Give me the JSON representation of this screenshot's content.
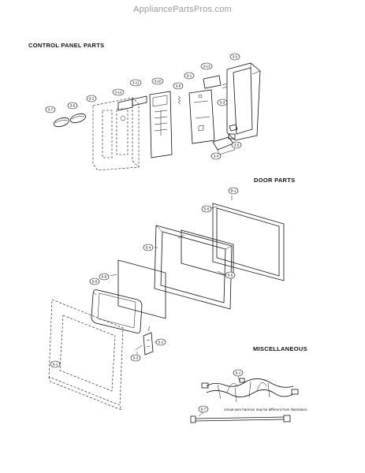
{
  "header": {
    "watermark": "AppliancePartsPros.com"
  },
  "sections": {
    "control_panel": "CONTROL PANEL PARTS",
    "door": "DOOR PARTS",
    "misc": "MISCELLANEOUS"
  },
  "note": "Actual wire harness may be different from illustration.",
  "callouts": {
    "c37": "3-7",
    "c36": "3-6",
    "c32a": "3-2",
    "c312": "3-12",
    "c311": "3-11",
    "c310": "3-10",
    "c38": "3-8",
    "c31": "3-1",
    "c313": "3-13",
    "c32b": "3-2",
    "c34": "3-4",
    "c35": "3-5",
    "c33": "3-3",
    "cb1": "B-1",
    "c56a": "5-6",
    "c54": "5-4",
    "c58": "5-8",
    "c55": "5-5",
    "c59": "5-9",
    "c51": "5-1",
    "c52": "5-2",
    "c53": "5-3",
    "c61": "6-1",
    "c67": "6-7"
  }
}
